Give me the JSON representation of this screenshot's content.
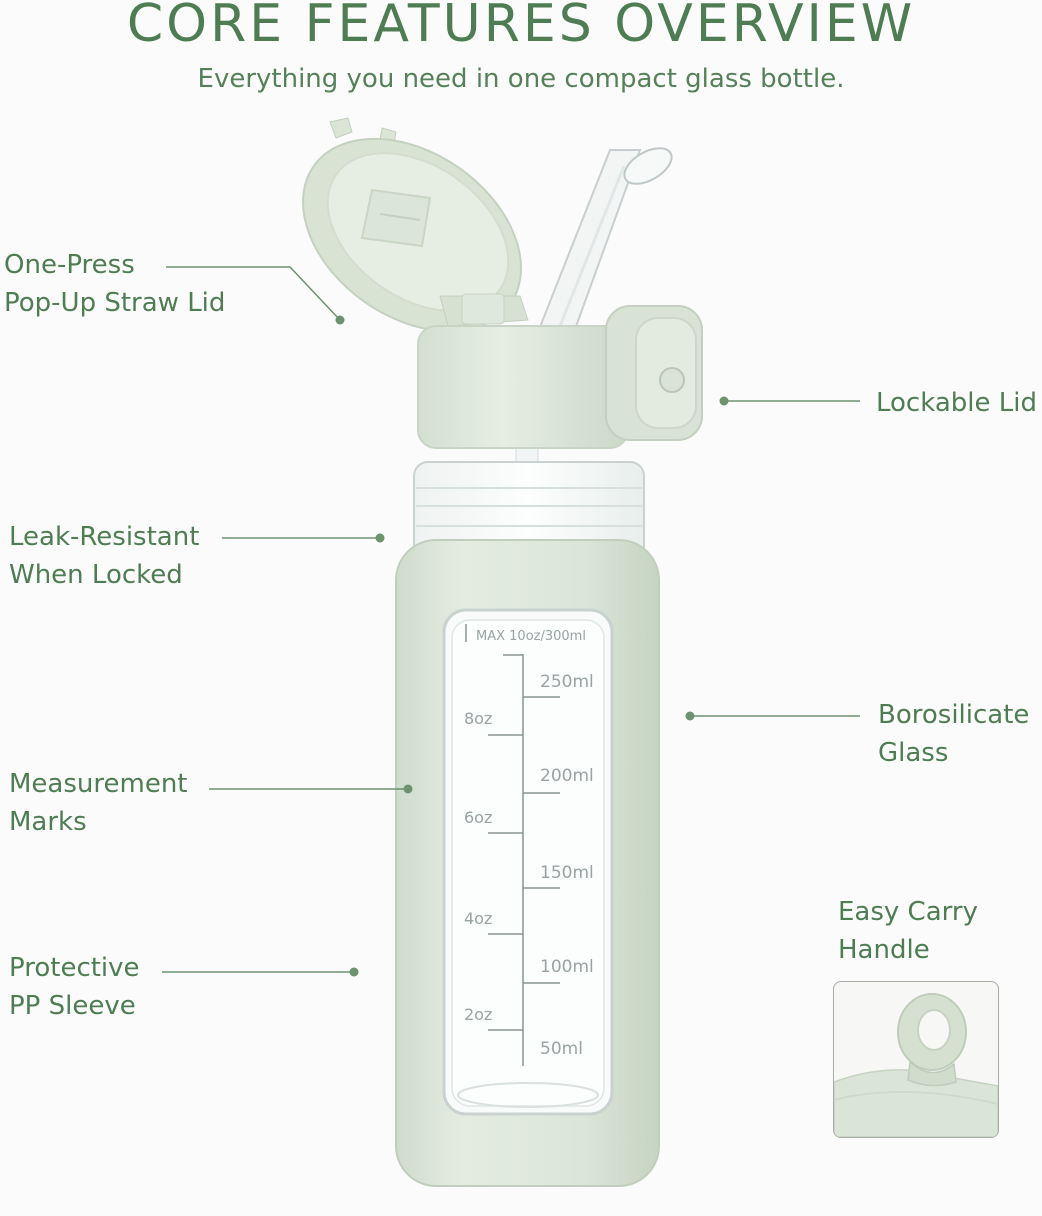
{
  "header": {
    "title": "CORE FEATURES OVERVIEW",
    "subtitle": "Everything you need in one compact glass bottle."
  },
  "features": {
    "one_press": [
      "One-Press",
      "Pop-Up Straw Lid"
    ],
    "lockable": [
      "Lockable Lid"
    ],
    "leak": [
      "Leak-Resistant",
      "When Locked"
    ],
    "borosilicate": [
      "Borosilicate",
      "Glass"
    ],
    "measurement": [
      "Measurement",
      "Marks"
    ],
    "easy_carry": [
      "Easy Carry",
      "Handle"
    ],
    "sleeve": [
      "Protective",
      "PP Sleeve"
    ]
  },
  "scale": {
    "max_label": "MAX 10oz/300ml",
    "ml": [
      "250ml",
      "200ml",
      "150ml",
      "100ml",
      "50ml"
    ],
    "oz": [
      "8oz",
      "6oz",
      "4oz",
      "2oz"
    ]
  },
  "colors": {
    "accent_green": "#4e7d53",
    "sage_sleeve": "#dfe8dc",
    "line_green": "#6c9270"
  }
}
